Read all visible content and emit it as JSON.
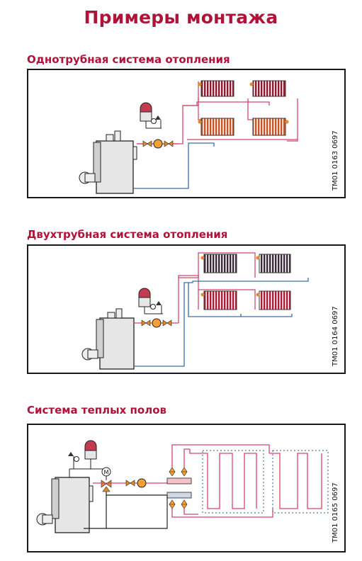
{
  "page": {
    "title": "Примеры монтажа"
  },
  "sections": [
    {
      "heading": "Однотрубная система отопления",
      "code": "TM01 0163 0697"
    },
    {
      "heading": "Двухтрубная система отопления",
      "code": "TM01 0164 0697"
    },
    {
      "heading": "Система теплых полов",
      "code": "TM01 0165 0697"
    }
  ],
  "colors": {
    "accent": "#b0133a",
    "supply": "#d4456a",
    "return": "#3a6fa8",
    "radiator": "#8b1a2a"
  },
  "icons": {
    "motor_valve": "M"
  }
}
